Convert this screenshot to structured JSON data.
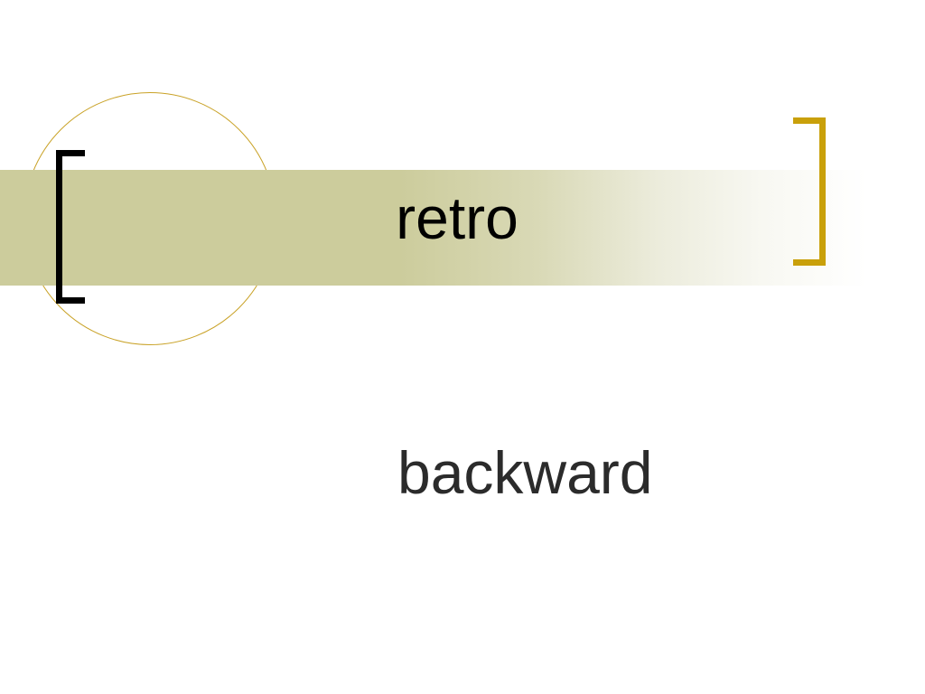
{
  "slide": {
    "title": "retro",
    "body": "backward"
  },
  "colors": {
    "band": "#cccc9c",
    "circle_outline": "#c9a227",
    "left_bracket": "#000000",
    "right_bracket": "#c9a00a",
    "title_text": "#000000",
    "body_text": "#2b2b2b"
  },
  "icons": [
    "circle-decoration",
    "left-bracket-icon",
    "right-bracket-icon"
  ]
}
